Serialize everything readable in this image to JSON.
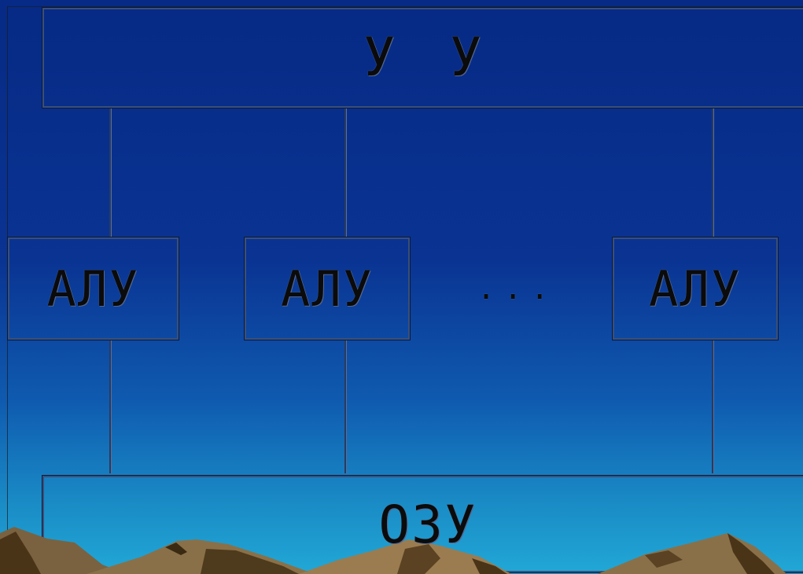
{
  "diagram": {
    "control_unit": {
      "label": "У У"
    },
    "alu_units": [
      {
        "label": "АЛУ"
      },
      {
        "label": "АЛУ"
      },
      {
        "label": "АЛУ"
      }
    ],
    "ellipsis": "...",
    "memory": {
      "label": "ОЗУ"
    }
  },
  "colors": {
    "background_top": "#062a85",
    "background_bottom": "#21a8d6",
    "text": "#0b0b0b",
    "mountains": "#7a6240"
  }
}
